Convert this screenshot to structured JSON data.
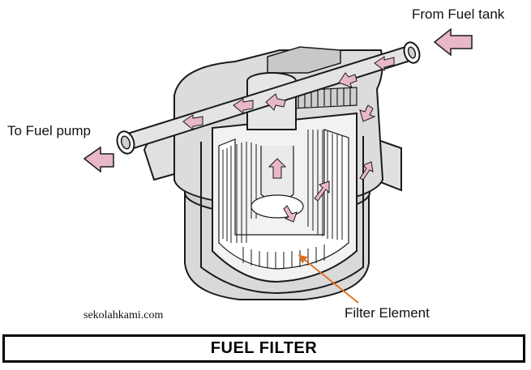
{
  "labels": {
    "from_tank": "From Fuel tank",
    "to_pump": "To Fuel pump",
    "filter_element": "Filter Element"
  },
  "watermark": "sekolahkami.com",
  "caption": "FUEL FILTER",
  "colors": {
    "housing_fill": "#d8d8d8",
    "housing_stroke": "#1a1a1a",
    "flow_arrow": "#e8b8c8",
    "leader_line": "#e07020"
  }
}
